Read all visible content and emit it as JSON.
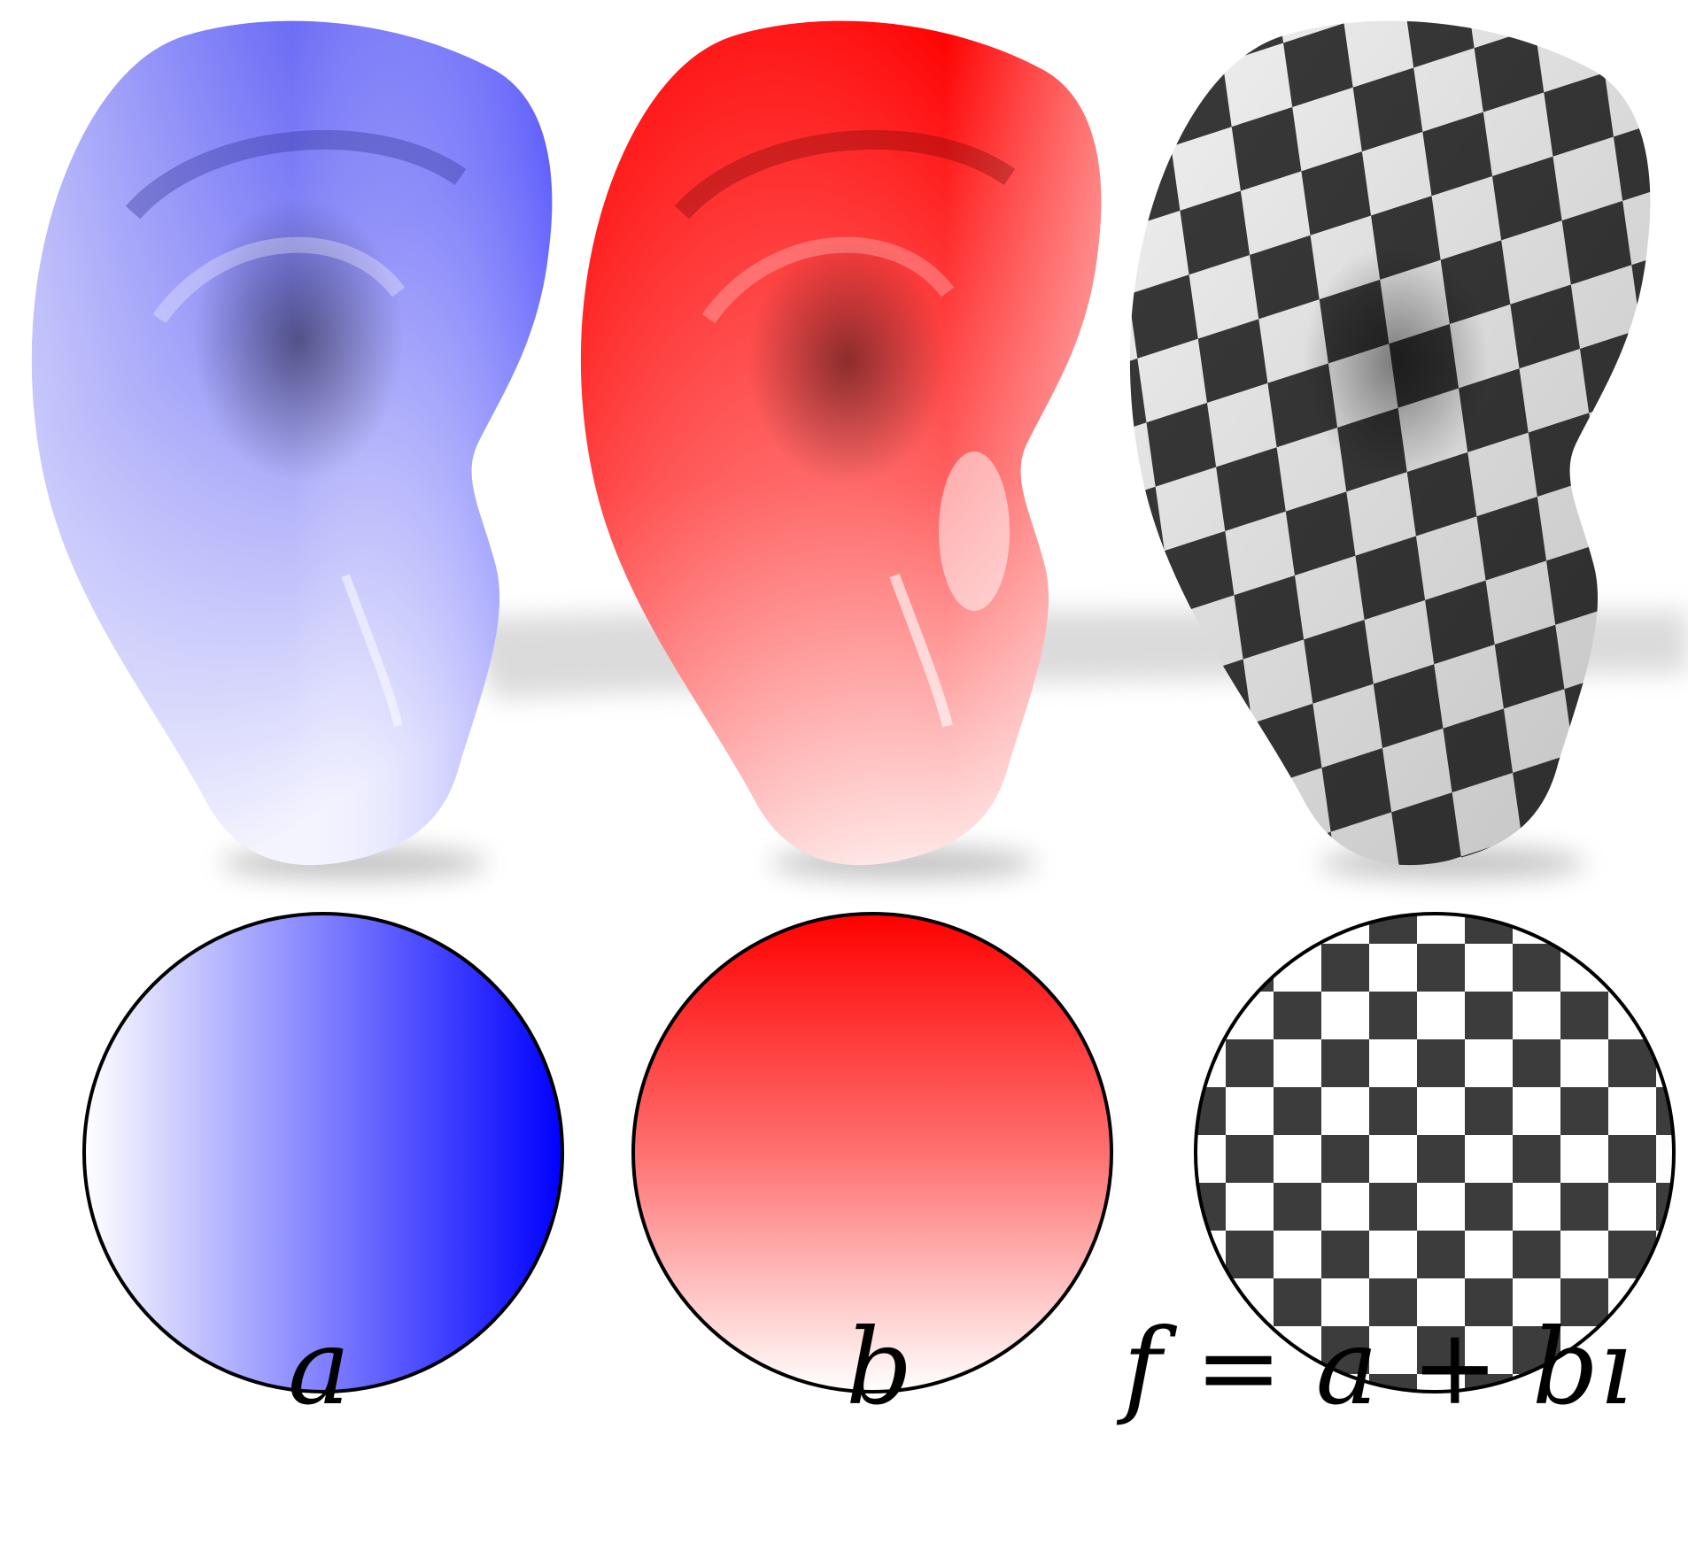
{
  "panels": [
    {
      "id": "a",
      "label": "a",
      "mesh_color": "#6666ff",
      "disk_fill": "horizontal-gradient",
      "gradient": [
        "#ffffff",
        "#0000ff"
      ]
    },
    {
      "id": "b",
      "label": "b",
      "mesh_color": "#ff1a1a",
      "disk_fill": "vertical-gradient",
      "gradient": [
        "#ff0000",
        "#ffffff"
      ]
    },
    {
      "id": "f",
      "label": "f = a + bı",
      "mesh_color": "checkerboard",
      "disk_fill": "checkerboard",
      "checker_colors": [
        "#3c3c3c",
        "#ffffff"
      ]
    }
  ]
}
